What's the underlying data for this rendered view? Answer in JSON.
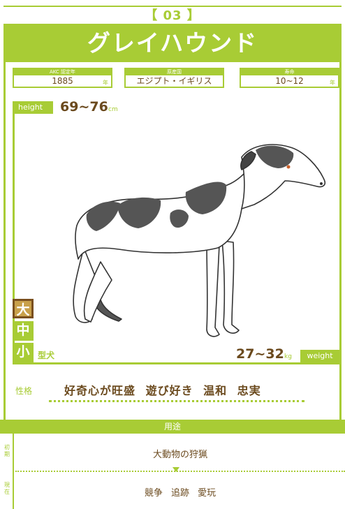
{
  "card": {
    "number": "【 03 】",
    "breed_name": "グレイハウンド"
  },
  "info": [
    {
      "label": "AKC 認定年",
      "value": "1885",
      "unit": "年"
    },
    {
      "label": "原産国",
      "value": "エジプト・イギリス",
      "unit": ""
    },
    {
      "label": "寿命",
      "value": "10~12",
      "unit": "年"
    }
  ],
  "height": {
    "tag": "height",
    "value": "69~76",
    "unit": "cm"
  },
  "size": {
    "large": "大",
    "medium": "中",
    "small": "小",
    "caption": "型犬",
    "selected": "大"
  },
  "weight": {
    "value": "27~32",
    "unit": "kg",
    "tag": "weight"
  },
  "personality": {
    "label": "性格",
    "value": "好奇心が旺盛 遊び好き 温和 忠実"
  },
  "usage": {
    "title": "用途",
    "early_label": "初期",
    "early_value": "大動物の狩猟",
    "now_label": "現在",
    "now_value": "競争 追跡 愛玩"
  },
  "colors": {
    "accent": "#a8cc35",
    "text": "#6b4a1e",
    "selected": "#c9a04a"
  },
  "illustration": "greyhound-dog-illustration"
}
